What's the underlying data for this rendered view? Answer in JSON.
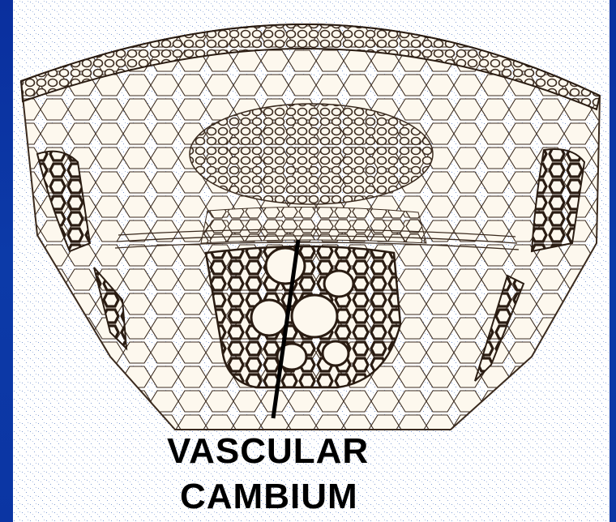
{
  "slide": {
    "background_color": "#0b35a3",
    "figure_background": "#ffffff"
  },
  "diagram": {
    "subject": "stem cross-section",
    "cell_outline_color": "#3a2a1e",
    "cell_fill_color": "#fdf8ee",
    "speckle_color": "#1c4fb0"
  },
  "label": {
    "line1": "VASCULAR",
    "line2": "CAMBIUM"
  }
}
